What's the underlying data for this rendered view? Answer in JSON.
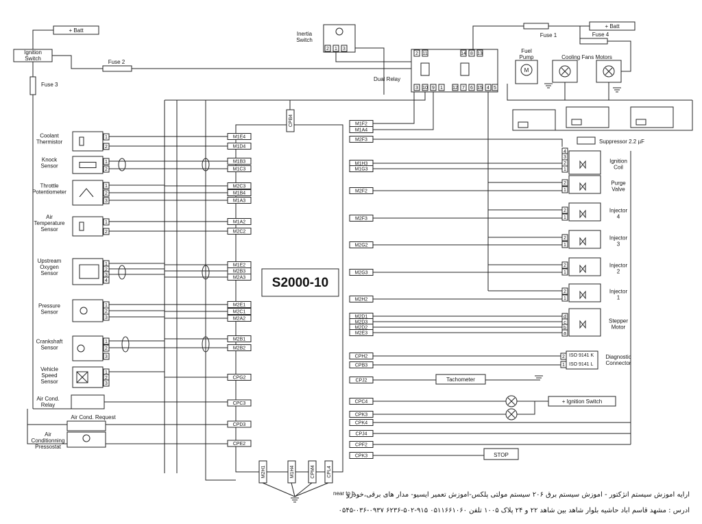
{
  "title": "S2000-10",
  "supply_labels": {
    "batt_left": "+ Batt",
    "batt_right": "+ Batt",
    "ignition_switch": "Ignition Switch",
    "inertia_switch": "Inertia Switch",
    "dual_relay": "Dual Relay"
  },
  "fuses": {
    "fuse1": "Fuse 1",
    "fuse2": "Fuse 2",
    "fuse3": "Fuse 3",
    "fuse4": "Fuse 4"
  },
  "actuators_top": {
    "fuel_pump": "Fuel Pump",
    "cooling_fans": "Cooling Fans Motors",
    "suppressor": "Suppressor 2.2 µF"
  },
  "sensors": [
    {
      "label": "Coolant Thermistor",
      "ecu_pins": [
        "M1E4",
        "M1D4"
      ]
    },
    {
      "label": "Knock Sensor",
      "ecu_pins": [
        "M1B3",
        "M1C3"
      ]
    },
    {
      "label": "Throttle Potentiometer",
      "ecu_pins": [
        "M2C3",
        "M1B4",
        "M1A3"
      ]
    },
    {
      "label": "Air Temperature Sensor",
      "ecu_pins": [
        "M1A2",
        "M2C2"
      ]
    },
    {
      "label": "Upstream Oxygen Sensor",
      "ecu_pins": [
        "M1E2",
        "M2B3",
        "M2A3"
      ]
    },
    {
      "label": "Pressure Sensor",
      "ecu_pins": [
        "M2E1",
        "M2C1",
        "M2A2"
      ]
    },
    {
      "label": "Crankshaft Sensor",
      "ecu_pins": [
        "M2B1",
        "M2B2"
      ]
    },
    {
      "label": "Vehicle Speed Sensor",
      "ecu_pins": [
        "CPG2"
      ]
    },
    {
      "label": "Air Cond. Relay",
      "ecu_pins": [
        "CPC3"
      ]
    },
    {
      "label": "Air Cond. Request",
      "ecu_pins": [
        "CPD3"
      ]
    },
    {
      "label": "Air Conditionning Pressostat",
      "ecu_pins": [
        "CPE2"
      ]
    }
  ],
  "top_pins": [
    "CPB4"
  ],
  "right_pins": [
    "M1F2",
    "M1A4",
    "M2F3",
    "M1H3",
    "M1G3",
    "M2F2",
    "M2F3",
    "M2G2",
    "M2G3",
    "M2H2",
    "M2D1",
    "M2D3",
    "M2D2",
    "M2E3",
    "CPH2",
    "CPB3",
    "CPJ2",
    "CPC4",
    "CPK3",
    "CPK4",
    "CPJ4",
    "CPF2",
    "CPK3"
  ],
  "bottom_pins": [
    "M2H1",
    "M1H4",
    "CPM4",
    "CPL4"
  ],
  "outputs": [
    {
      "label": "Ignition Coil"
    },
    {
      "label": "Purge Valve"
    },
    {
      "label": "Injector 4"
    },
    {
      "label": "Injector 3"
    },
    {
      "label": "Injector 2"
    },
    {
      "label": "Injector 1"
    },
    {
      "label": "Stepper Motor"
    }
  ],
  "diagnostic": {
    "label": "Diagnostic Connector",
    "line_k": "ISO 9141 K",
    "line_l": "ISO 9141 L"
  },
  "misc": {
    "tachometer": "Tachometer",
    "ign_switch_supply": "+ Ignition Switch",
    "stop": "STOP",
    "ground_note": "near to b"
  },
  "footer": {
    "line1": "ارایه آموزش سیستم انژکتور - آموزش سیستم برق ۲۰۶ سیستم مولتی پلکس-آموزش تعمیر ایسیو- مدار های برقی،خودرو",
    "line2": "آدرس : مشهد قاسم اباد حاشیه بلوار شاهد بین شاهد ۲۲ و ۲۴ پلاک ۱۰۰۵ تلفن ۰۵۱۱۶۶۱۰۶۰ ۹۱۵-۵۰۲-۶۲۳۶ ۰۹۳۷-۰۳۶-۰۵۴۵"
  }
}
